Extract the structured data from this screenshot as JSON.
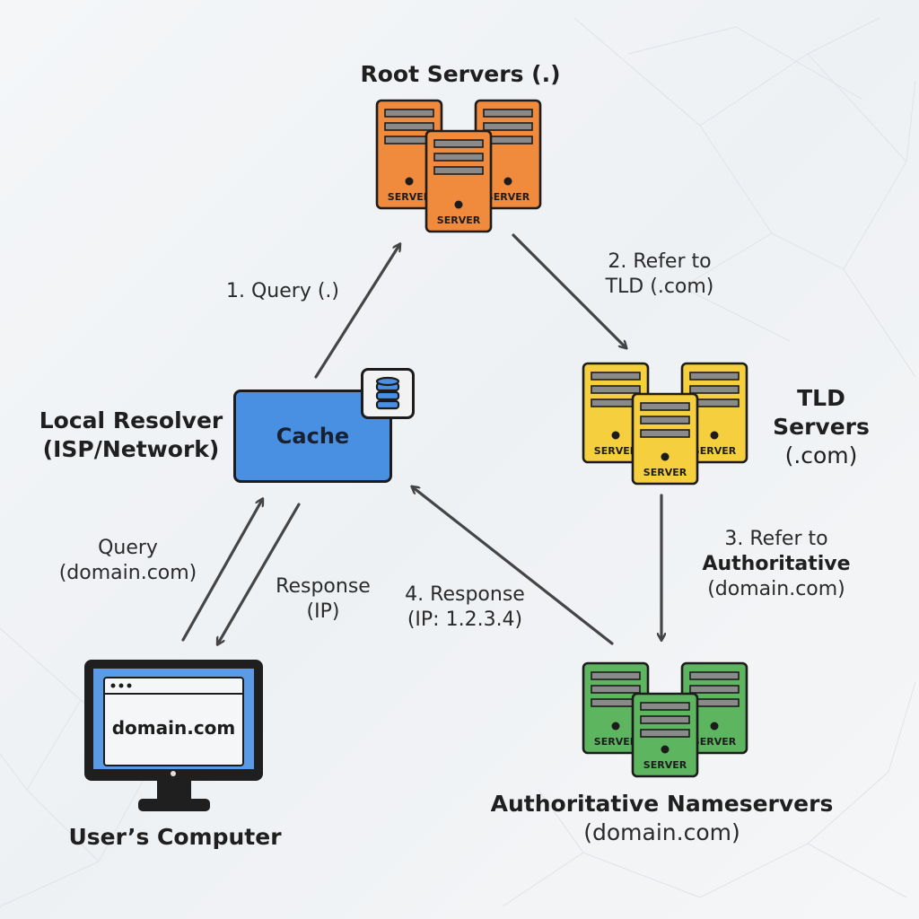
{
  "nodes": {
    "root": {
      "title": "Root Servers (.)",
      "server_text": "SERVER",
      "color": "#f08a3c"
    },
    "tld": {
      "title_lines": [
        "TLD",
        "Servers",
        "(.com)"
      ],
      "server_text": "SERVER",
      "color": "#f5cf3d"
    },
    "auth": {
      "title_lines": [
        "Authoritative Nameservers",
        "(domain.com)"
      ],
      "server_text": "SERVER",
      "color": "#5db560"
    },
    "resolver": {
      "title_lines": [
        "Local Resolver",
        "(ISP/Network)"
      ],
      "cache_label": "Cache",
      "color": "#4a90e2",
      "icon": "database-icon"
    },
    "computer": {
      "title": "User’s Computer",
      "screen_text": "domain.com",
      "icon": "monitor-icon"
    }
  },
  "edges": {
    "query_root": {
      "lines": [
        "1. Query (.)"
      ]
    },
    "refer_tld": {
      "lines": [
        "2. Refer to",
        "TLD (.com)"
      ]
    },
    "refer_auth": {
      "lines": [
        "3. Refer to",
        "Authoritative",
        "(domain.com)"
      ]
    },
    "response_auth": {
      "lines": [
        "4. Response",
        "(IP: 1.2.3.4)"
      ]
    },
    "query_local": {
      "lines": [
        "Query",
        "(domain.com)"
      ]
    },
    "response_local": {
      "lines": [
        "Response",
        "(IP)"
      ]
    }
  }
}
